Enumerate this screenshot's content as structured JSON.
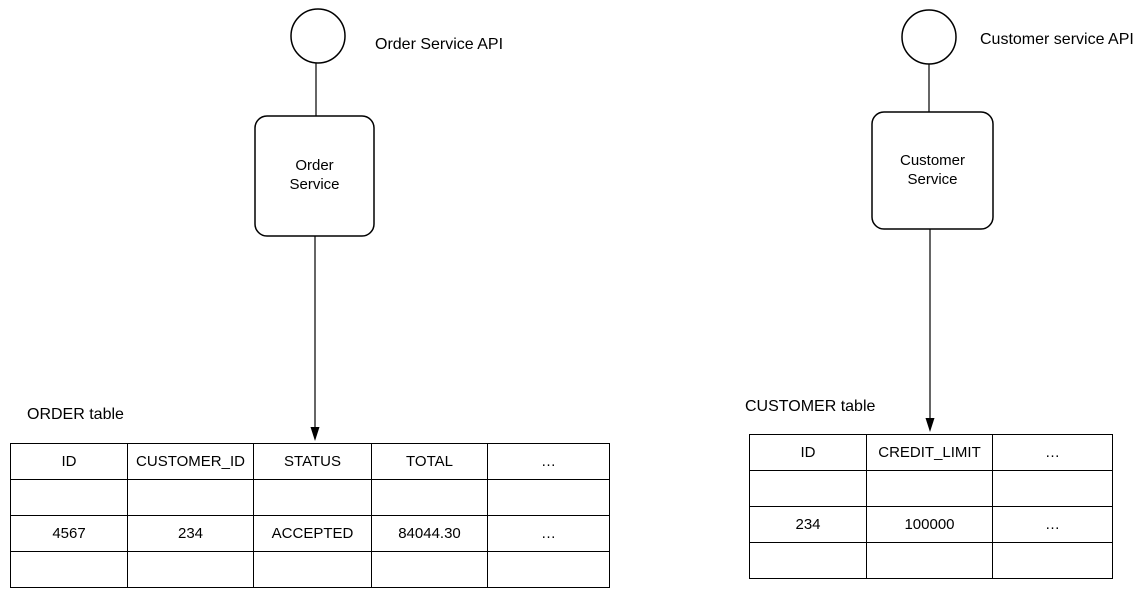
{
  "order": {
    "api_label": "Order Service API",
    "service_label": "Order\nService",
    "table_title": "ORDER table",
    "table": {
      "headers": [
        "ID",
        "CUSTOMER_ID",
        "STATUS",
        "TOTAL",
        "…"
      ],
      "rows": [
        [
          "",
          "",
          "",
          "",
          ""
        ],
        [
          "4567",
          "234",
          "ACCEPTED",
          "84044.30",
          "…"
        ],
        [
          "",
          "",
          "",
          "",
          ""
        ]
      ]
    }
  },
  "customer": {
    "api_label": "Customer service API",
    "service_label": "Customer\nService",
    "table_title": "CUSTOMER table",
    "table": {
      "headers": [
        "ID",
        "CREDIT_LIMIT",
        "…"
      ],
      "rows": [
        [
          "",
          "",
          ""
        ],
        [
          "234",
          "100000",
          "…"
        ],
        [
          "",
          "",
          ""
        ]
      ]
    }
  },
  "colors": {
    "stroke": "#000000",
    "background": "#ffffff"
  }
}
